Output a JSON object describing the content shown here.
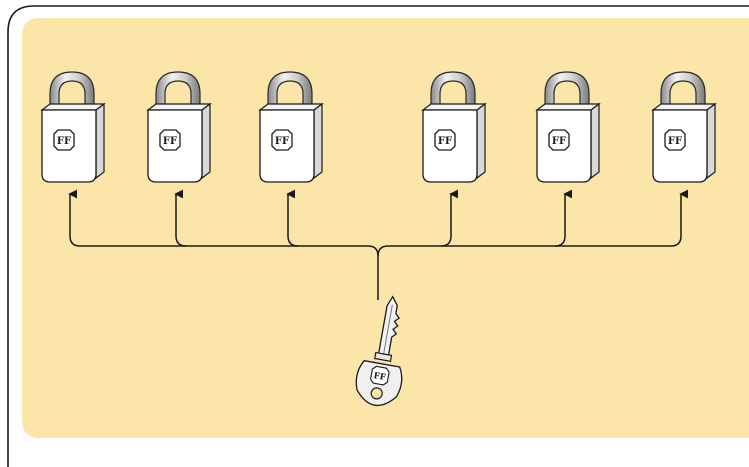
{
  "diagram": {
    "background_color": "#FCE5A8",
    "frame_color": "#1A1A1A",
    "line_color": "#1A1A1A",
    "lock_body_fill": "#FFFFFF",
    "lock_emblem_text": "FF",
    "padlocks": [
      {
        "icon": "padlock-icon",
        "emblem": "FF"
      },
      {
        "icon": "padlock-icon",
        "emblem": "FF"
      },
      {
        "icon": "padlock-icon",
        "emblem": "FF"
      },
      {
        "icon": "padlock-icon",
        "emblem": "FF"
      },
      {
        "icon": "padlock-icon",
        "emblem": "FF"
      },
      {
        "icon": "padlock-icon",
        "emblem": "FF"
      }
    ],
    "key": {
      "icon": "key-icon",
      "emblem": "FF"
    }
  }
}
